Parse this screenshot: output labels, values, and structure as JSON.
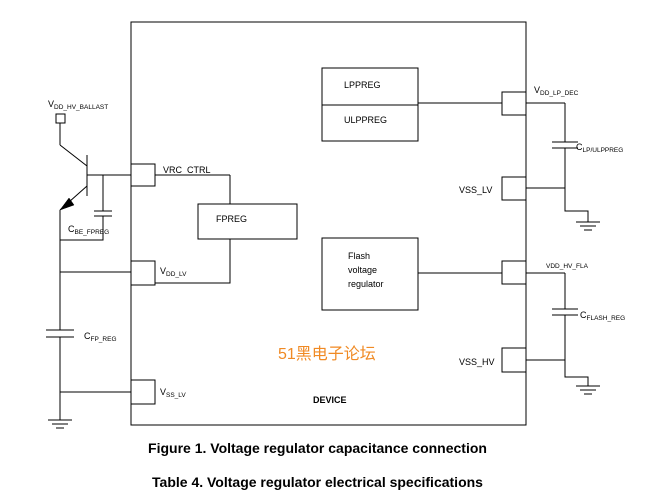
{
  "diagram": {
    "device_label": "DEVICE",
    "watermark": "51黑电子论坛",
    "regulators": {
      "lppreg": "LPPREG",
      "ulppreg": "ULPPREG",
      "fpreg": "FPREG",
      "flash": [
        "Flash",
        "voltage",
        "regulator"
      ]
    },
    "pins": {
      "vrc_ctrl": "VRC_CTRL",
      "vdd_lv": {
        "main": "V",
        "sub": "DD_LV"
      },
      "vss_lv_left": {
        "main": "V",
        "sub": "SS_LV"
      },
      "vdd_lp_dec": {
        "main": "V",
        "sub": "DD_LP_DEC"
      },
      "vss_lv_right": "VSS_LV",
      "vdd_hv_fla": "VDD_HV_FLA",
      "vss_hv": "VSS_HV"
    },
    "external": {
      "vdd_hv_ballast": {
        "main": "V",
        "sub": "DD_HV_BALLAST"
      },
      "cbe_fpreg": {
        "main": "C",
        "sub": "BE_FPREG"
      },
      "cfp_reg": {
        "main": "C",
        "sub": "FP_REG"
      },
      "clp_ulppreg": {
        "main": "C",
        "sub": "LP/ULPPREG"
      },
      "cflash_reg": {
        "main": "C",
        "sub": "FLASH_REG"
      }
    }
  },
  "captions": {
    "figure": "Figure 1. Voltage regulator capacitance connection",
    "table": "Table 4.   Voltage regulator electrical specifications"
  }
}
